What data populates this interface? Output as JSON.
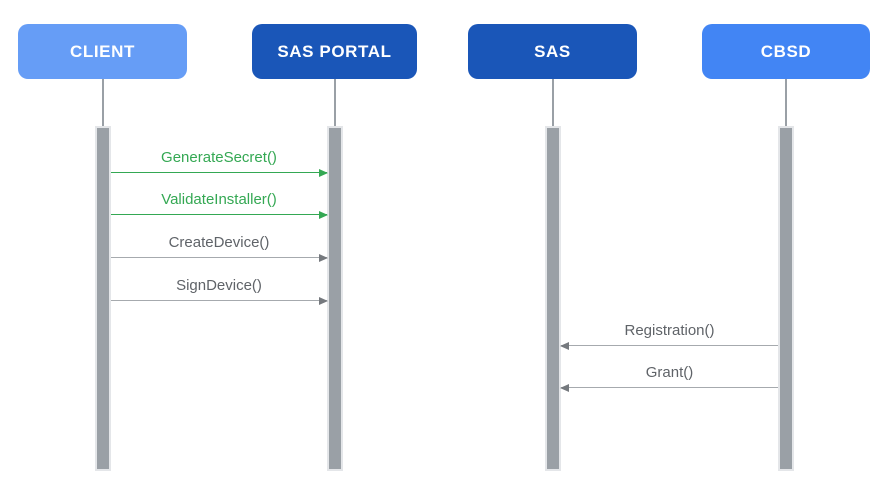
{
  "diagram": {
    "type": "sequence-diagram",
    "background": "#ffffff"
  },
  "actors": [
    {
      "id": "client",
      "label": "CLIENT",
      "color": "#669DF6",
      "text_color": "#ffffff"
    },
    {
      "id": "sas-portal",
      "label": "SAS PORTAL",
      "color": "#1A56B8",
      "text_color": "#ffffff"
    },
    {
      "id": "sas",
      "label": "SAS",
      "color": "#1A56B8",
      "text_color": "#ffffff"
    },
    {
      "id": "cbsd",
      "label": "CBSD",
      "color": "#4285F4",
      "text_color": "#ffffff"
    }
  ],
  "messages": [
    {
      "label": "GenerateSecret()",
      "from": "CLIENT",
      "to": "SAS PORTAL",
      "direction": "right",
      "text_color": "#34A853",
      "line_color": "#34A853",
      "head_color": "#34A853"
    },
    {
      "label": "ValidateInstaller()",
      "from": "CLIENT",
      "to": "SAS PORTAL",
      "direction": "right",
      "text_color": "#34A853",
      "line_color": "#34A853",
      "head_color": "#34A853"
    },
    {
      "label": "CreateDevice()",
      "from": "CLIENT",
      "to": "SAS PORTAL",
      "direction": "right",
      "text_color": "#5F6368",
      "line_color": "#A6AAAE",
      "head_color": "#75797E"
    },
    {
      "label": "SignDevice()",
      "from": "CLIENT",
      "to": "SAS PORTAL",
      "direction": "right",
      "text_color": "#5F6368",
      "line_color": "#A6AAAE",
      "head_color": "#75797E"
    },
    {
      "label": "Registration()",
      "from": "CBSD",
      "to": "SAS",
      "direction": "left",
      "text_color": "#5F6368",
      "line_color": "#A6AAAE",
      "head_color": "#75797E"
    },
    {
      "label": "Grant()",
      "from": "CBSD",
      "to": "SAS",
      "direction": "left",
      "text_color": "#5F6368",
      "line_color": "#A6AAAE",
      "head_color": "#75797E"
    }
  ],
  "colors": {
    "lifeline": "#9AA0A6",
    "activation_fill": "#9AA0A6",
    "activation_border": "#E4E6E9"
  }
}
